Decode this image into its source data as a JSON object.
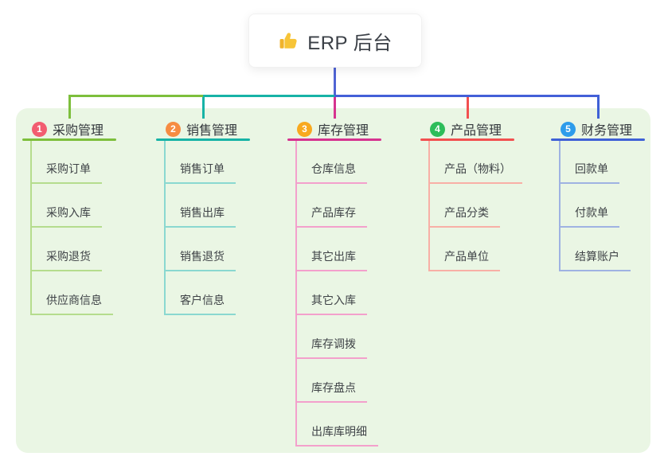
{
  "root": {
    "title": "ERP 后台",
    "icon": "thumbs-up-icon"
  },
  "panel_bg": "#eaf6e4",
  "connector_colors": {
    "root_stub": "#5064d4",
    "segment_left": "#7dbf3c",
    "segment_mid": "#17b3a6",
    "segment_right": "#4360d8"
  },
  "branches": [
    {
      "index": "1",
      "label": "采购管理",
      "badge_color": "#f25d70",
      "line_color": "#7dbf3c",
      "child_line_color": "#b5dc8d",
      "children": [
        "采购订单",
        "采购入库",
        "采购退货",
        "供应商信息"
      ]
    },
    {
      "index": "2",
      "label": "销售管理",
      "badge_color": "#f68c42",
      "line_color": "#17b3a6",
      "child_line_color": "#8ad8d0",
      "children": [
        "销售订单",
        "销售出库",
        "销售退货",
        "客户信息"
      ]
    },
    {
      "index": "3",
      "label": "库存管理",
      "badge_color": "#f8a91f",
      "line_color": "#d6338f",
      "child_line_color": "#f3a0cc",
      "children": [
        "仓库信息",
        "产品库存",
        "其它出库",
        "其它入库",
        "库存调拨",
        "库存盘点",
        "出库库明细"
      ]
    },
    {
      "index": "4",
      "label": "产品管理",
      "badge_color": "#2dbd5a",
      "line_color": "#f25050",
      "child_line_color": "#f8afa6",
      "children": [
        "产品（物料）",
        "产品分类",
        "产品单位"
      ]
    },
    {
      "index": "5",
      "label": "财务管理",
      "badge_color": "#2d9ceb",
      "line_color": "#3f61d6",
      "child_line_color": "#9fb2e2",
      "children": [
        "回款单",
        "付款单",
        "结算账户"
      ]
    }
  ]
}
